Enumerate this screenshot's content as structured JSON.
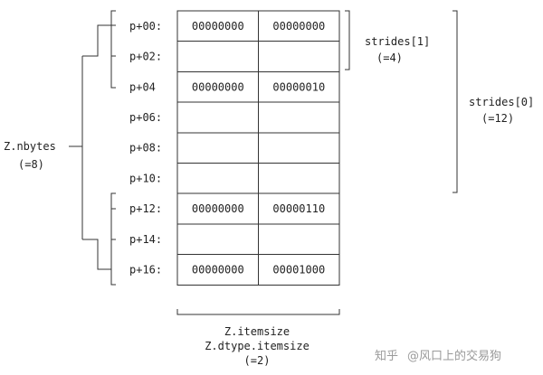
{
  "rows": [
    {
      "addr": "p+00:",
      "cells": [
        "00000000",
        "00000000"
      ]
    },
    {
      "addr": "p+02:",
      "cells": [
        "",
        ""
      ]
    },
    {
      "addr": "p+04",
      "cells": [
        "00000000",
        "00000010"
      ]
    },
    {
      "addr": "p+06:",
      "cells": [
        "",
        ""
      ]
    },
    {
      "addr": "p+08:",
      "cells": [
        "",
        ""
      ]
    },
    {
      "addr": "p+10:",
      "cells": [
        "",
        ""
      ]
    },
    {
      "addr": "p+12:",
      "cells": [
        "00000000",
        "00000110"
      ]
    },
    {
      "addr": "p+14:",
      "cells": [
        "",
        ""
      ]
    },
    {
      "addr": "p+16:",
      "cells": [
        "00000000",
        "00001000"
      ]
    }
  ],
  "labels": {
    "nbytes": "Z.nbytes",
    "nbytes_value": "(=8)",
    "strides1": "strides[1]",
    "strides1_value": "(=4)",
    "strides0": "strides[0]",
    "strides0_value": "(=12)",
    "itemsize": "Z.itemsize",
    "dtype_itemsize": "Z.dtype.itemsize",
    "itemsize_value": "(=2)"
  },
  "watermark": {
    "platform": "知乎",
    "author": "@风口上的交易狗"
  }
}
